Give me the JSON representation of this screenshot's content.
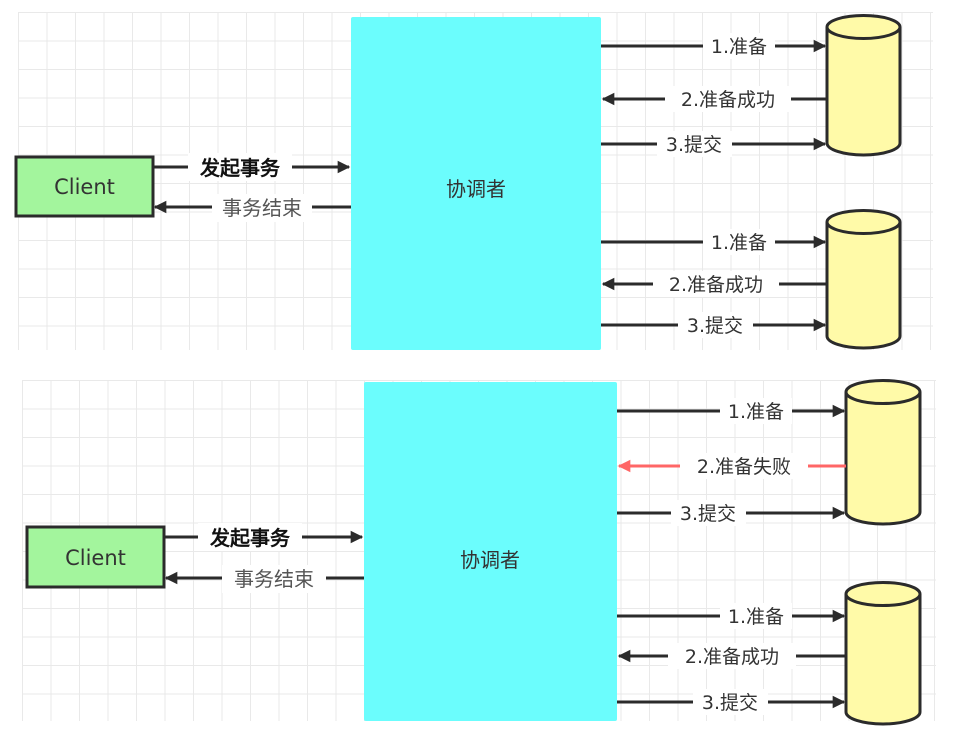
{
  "colors": {
    "client_fill": "#a3f59d",
    "coordinator_fill": "#6bfdfd",
    "db_fill": "#fffaa8",
    "stroke": "#2b2b2b",
    "failure_arrow": "#ff6666"
  },
  "panels": [
    {
      "name": "success-scenario",
      "client_label": "Client",
      "coordinator_label": "协调者",
      "start_tx_label": "发起事务",
      "end_tx_label": "事务结束",
      "participants": [
        {
          "messages": [
            {
              "label": "1.准备",
              "direction": "to-db",
              "status": "normal"
            },
            {
              "label": "2.准备成功",
              "direction": "to-coordinator",
              "status": "normal"
            },
            {
              "label": "3.提交",
              "direction": "to-db",
              "status": "normal"
            }
          ]
        },
        {
          "messages": [
            {
              "label": "1.准备",
              "direction": "to-db",
              "status": "normal"
            },
            {
              "label": "2.准备成功",
              "direction": "to-coordinator",
              "status": "normal"
            },
            {
              "label": "3.提交",
              "direction": "to-db",
              "status": "normal"
            }
          ]
        }
      ]
    },
    {
      "name": "failure-scenario",
      "client_label": "Client",
      "coordinator_label": "协调者",
      "start_tx_label": "发起事务",
      "end_tx_label": "事务结束",
      "participants": [
        {
          "messages": [
            {
              "label": "1.准备",
              "direction": "to-db",
              "status": "normal"
            },
            {
              "label": "2.准备失败",
              "direction": "to-coordinator",
              "status": "failure"
            },
            {
              "label": "3.提交",
              "direction": "to-db",
              "status": "normal"
            }
          ]
        },
        {
          "messages": [
            {
              "label": "1.准备",
              "direction": "to-db",
              "status": "normal"
            },
            {
              "label": "2.准备成功",
              "direction": "to-coordinator",
              "status": "normal"
            },
            {
              "label": "3.提交",
              "direction": "to-db",
              "status": "normal"
            }
          ]
        }
      ]
    }
  ]
}
